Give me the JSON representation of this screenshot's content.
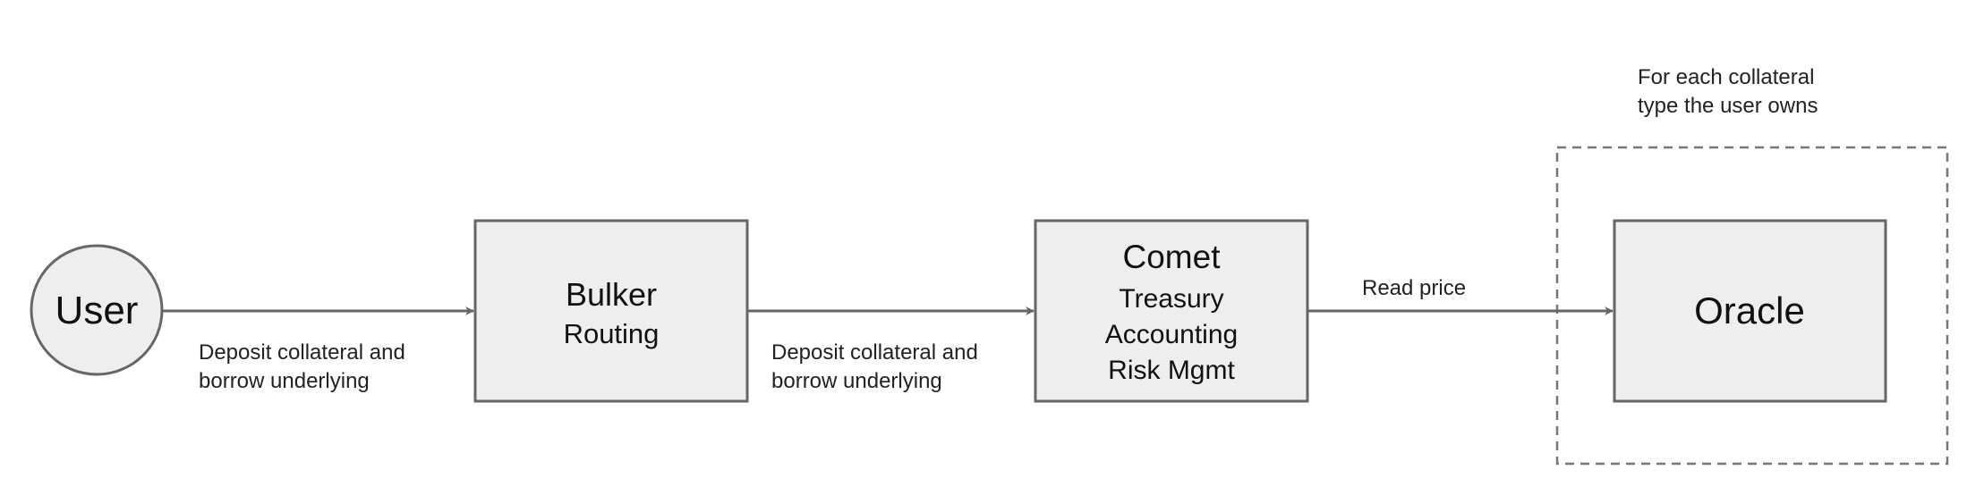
{
  "nodes": {
    "user": {
      "label": "User"
    },
    "bulker": {
      "title": "Bulker",
      "subtitle": "Routing"
    },
    "comet": {
      "title": "Comet",
      "lines": [
        "Treasury",
        "Accounting",
        "Risk Mgmt"
      ]
    },
    "oracle": {
      "label": "Oracle"
    }
  },
  "edges": {
    "user_to_bulker": [
      "Deposit collateral and",
      "borrow underlying"
    ],
    "bulker_to_comet": [
      "Deposit collateral and",
      "borrow underlying"
    ],
    "comet_to_oracle": "Read price"
  },
  "group": {
    "note": [
      "For each collateral",
      "type the user owns"
    ]
  },
  "colors": {
    "node_fill": "#eeeeee",
    "stroke": "#666666",
    "text": "#222222"
  }
}
